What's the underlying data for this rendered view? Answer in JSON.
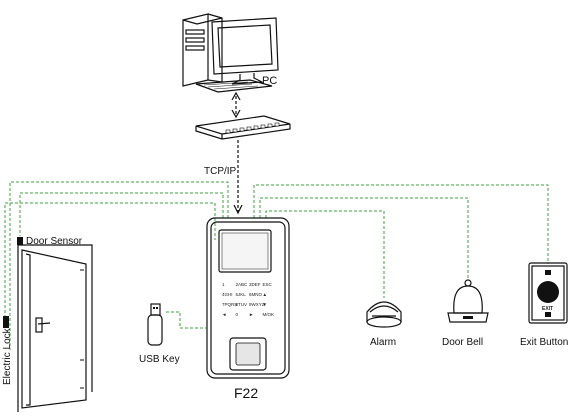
{
  "labels": {
    "pc": "PC",
    "tcpip": "TCP/IP",
    "door_sensor": "Door Sensor",
    "electric_lock": "Electric Lock",
    "usb_key": "USB Key",
    "device": "F22",
    "alarm": "Alarm",
    "door_bell": "Door Bell",
    "exit_button": "Exit Button",
    "exit_text": "EXIT"
  },
  "keypad": [
    "1",
    "2ABC",
    "3DEF",
    "ESC",
    "4GHI",
    "5JKL",
    "6MNO",
    "▲",
    "7PQRS",
    "8TUV",
    "9WXYZ",
    "▼",
    "◄",
    "0",
    "►",
    "M/OK"
  ],
  "colors": {
    "wire": "#3aa63a",
    "wire_grey": "#888888",
    "outline": "#111111"
  }
}
